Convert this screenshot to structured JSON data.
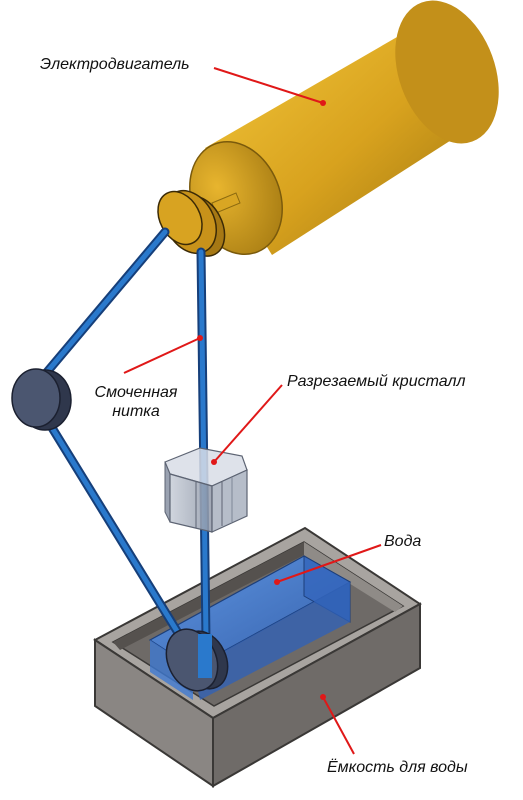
{
  "labels": {
    "motor": "Электродвигатель",
    "thread_line1": "Смоченная",
    "thread_line2": "нитка",
    "crystal": "Разрезаемый кристалл",
    "water": "Вода",
    "tank": "Ёмкость для воды"
  },
  "colors": {
    "motor": "#d9a520",
    "pulley": "#d8a018",
    "thread": "#1f66b8",
    "roller": "#3d4760",
    "water": "#4f8ce6",
    "tank": "#8a8683",
    "crystal": "#b8c0ce",
    "leader": "#e01818"
  }
}
